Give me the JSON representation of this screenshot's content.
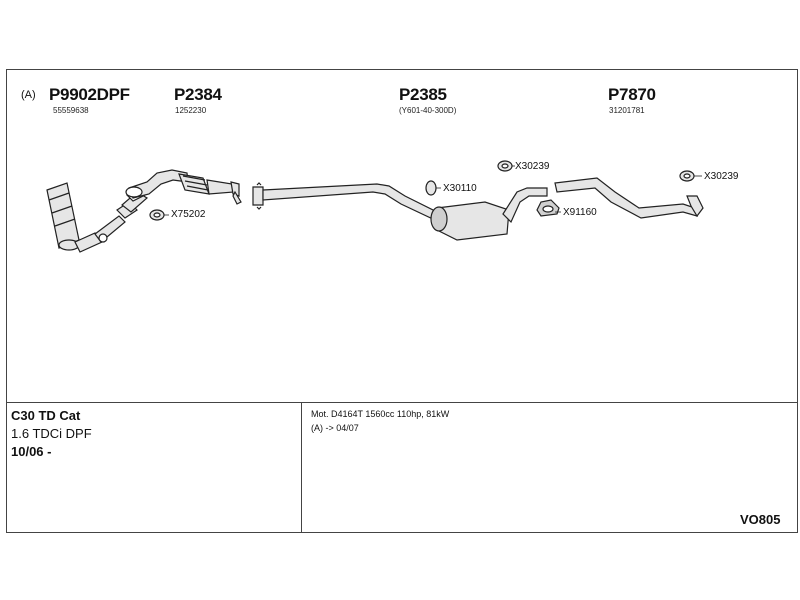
{
  "diagram": {
    "parts": [
      {
        "code": "P9902DPF",
        "ref": "55559638",
        "variant": "(A)"
      },
      {
        "code": "P2384",
        "ref": "1252230"
      },
      {
        "code": "P2385",
        "ref": "(Y601-40-300D)"
      },
      {
        "code": "P7870",
        "ref": "31201781"
      }
    ],
    "callouts": [
      "X75202",
      "X30110",
      "X30239",
      "X91160",
      "X30239"
    ]
  },
  "vehicle": {
    "model": "C30 TD Cat",
    "engine": "1.6 TDCi DPF",
    "years": "10/06 -"
  },
  "specs": {
    "motor": "Mot. D4164T 1560cc 110hp, 81kW",
    "note": "(A) -> 04/07"
  },
  "system_code": "VO805"
}
